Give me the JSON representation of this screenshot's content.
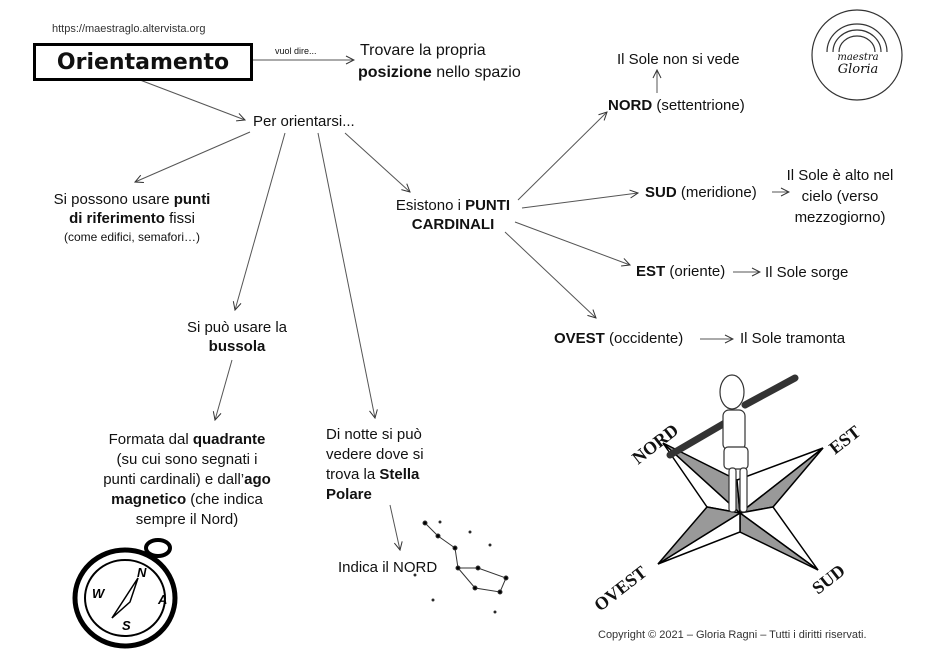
{
  "url": "https://maestraglo.altervista.org",
  "title": "Orientamento",
  "link_label": "vuol dire...",
  "definition": {
    "line1": "Trovare la propria",
    "bold": "posizione",
    "rest": " nello spazio"
  },
  "per_orientarsi": "Per orientarsi...",
  "riferimento": {
    "a": "Si possono usare ",
    "b": "punti",
    "c": "di riferimento",
    "d": " fissi",
    "e": "(come edifici, semafori…)"
  },
  "bussola": {
    "a": "Si può usare la",
    "b": "bussola"
  },
  "formata": {
    "a": "Formata dal ",
    "b": "quadrante",
    "c": "(su cui sono segnati i",
    "d": "punti cardinali) e dall’",
    "e": "ago",
    "f": "magnetico",
    "g": " (che indica",
    "h": "sempre il Nord)"
  },
  "notte": {
    "a": "Di notte si può",
    "b": "vedere dove si",
    "c": "trova la ",
    "d": "Stella",
    "e": "Polare"
  },
  "indica": "Indica il NORD",
  "cardinali": {
    "a": "Esistono i ",
    "b": "PUNTI",
    "c": "CARDINALI"
  },
  "nord": {
    "name": "NORD",
    "alt": " (settentrione)",
    "desc": "Il Sole non si vede"
  },
  "sud": {
    "name": "SUD",
    "alt": " (meridione)",
    "desc1": "Il Sole è alto nel",
    "desc2": "cielo (verso",
    "desc3": "mezzogiorno)"
  },
  "est": {
    "name": "EST",
    "alt": " (oriente)",
    "desc": "Il Sole sorge"
  },
  "ovest": {
    "name": "OVEST",
    "alt": " (occidente)",
    "desc": "Il Sole tramonta"
  },
  "rose_labels": {
    "n": "NORD",
    "e": "EST",
    "s": "SUD",
    "w": "OVEST"
  },
  "compass_labels": {
    "n": "N",
    "e": "A",
    "s": "S",
    "w": "W"
  },
  "logo": {
    "line1": "maestra",
    "line2": "Gloria"
  },
  "copyright": "Copyright © 2021 – Gloria Ragni – Tutti i diritti riservati."
}
